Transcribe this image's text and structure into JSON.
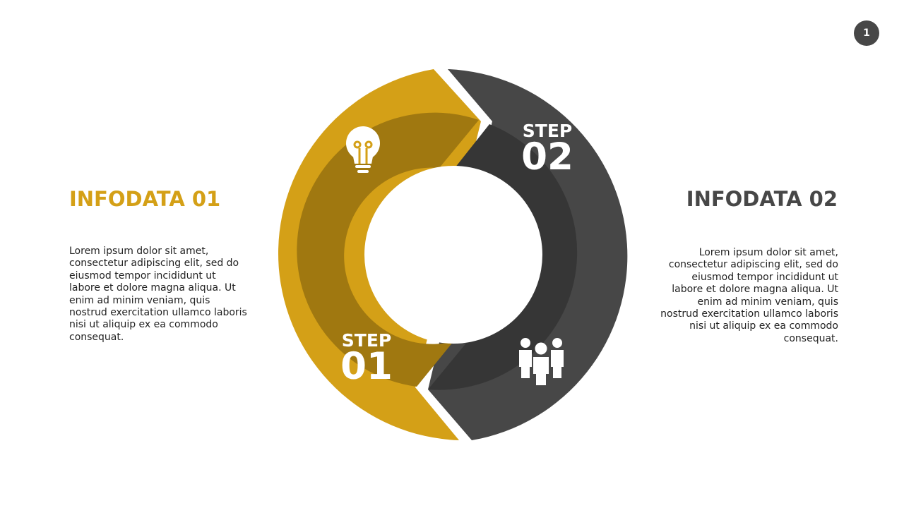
{
  "page_number": "1",
  "colors": {
    "accent_gold": "#D4A017",
    "gold_dark": "#A07810",
    "accent_gray": "#474747",
    "gray_dark": "#363636",
    "body_text": "#222222"
  },
  "left_block": {
    "title": "INFODATA 01",
    "body": "Lorem ipsum dolor sit amet, consectetur adipiscing elit, sed do eiusmod tempor incididunt ut labore et dolore magna aliqua. Ut enim ad minim veniam, quis nostrud exercitation ullamco laboris nisi ut aliquip ex ea commodo consequat."
  },
  "right_block": {
    "title": "INFODATA 02",
    "body": "Lorem ipsum dolor sit amet, consectetur adipiscing elit, sed do eiusmod tempor incididunt ut labore et dolore magna aliqua. Ut enim ad minim veniam, quis nostrud exercitation ullamco laboris nisi ut aliquip ex ea commodo consequat."
  },
  "steps": [
    {
      "word": "STEP",
      "number": "01",
      "icon": "lightbulb-icon"
    },
    {
      "word": "STEP",
      "number": "02",
      "icon": "team-icon"
    }
  ]
}
